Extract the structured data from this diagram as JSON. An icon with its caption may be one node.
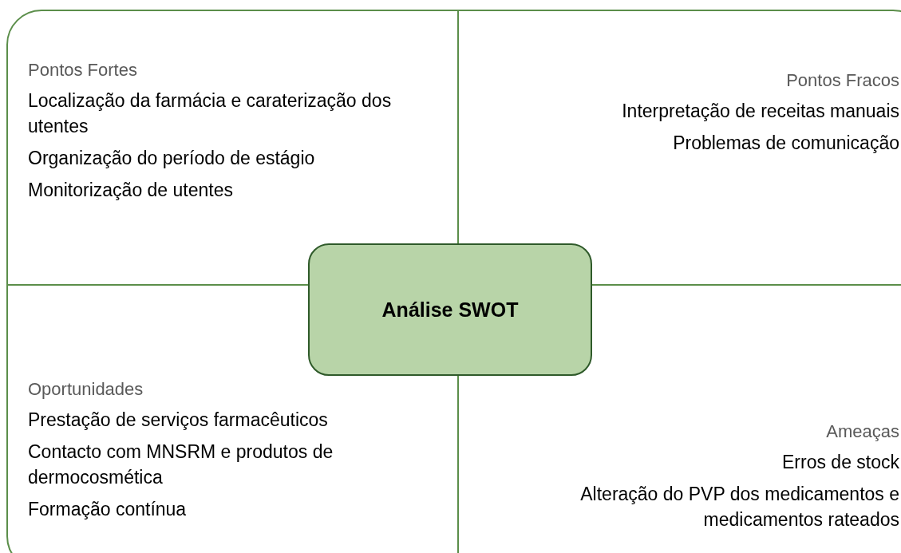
{
  "diagram": {
    "nodes": [
      {
        "text": [
          "Pontos Fortes",
          "Localização da farmácia e caraterização dos utentes",
          "Organização do período de estágio",
          "Monitorização de utentes"
        ]
      },
      {
        "text": [
          "Pontos Fracos",
          "Interpretação de receitas manuais",
          "Problemas de comunicação"
        ]
      },
      {
        "text": [
          "Análise SWOT"
        ]
      },
      {
        "text": [
          "Oportunidades",
          "Prestação de serviços farmacêuticos",
          "Contacto com MNSRM e produtos de dermocosmética",
          "Formação contínua"
        ]
      },
      {
        "text": [
          "Ameaças",
          "Erros de stock",
          "Alteração do PVP dos medicamentos e medicamentos rateados"
        ]
      }
    ]
  }
}
